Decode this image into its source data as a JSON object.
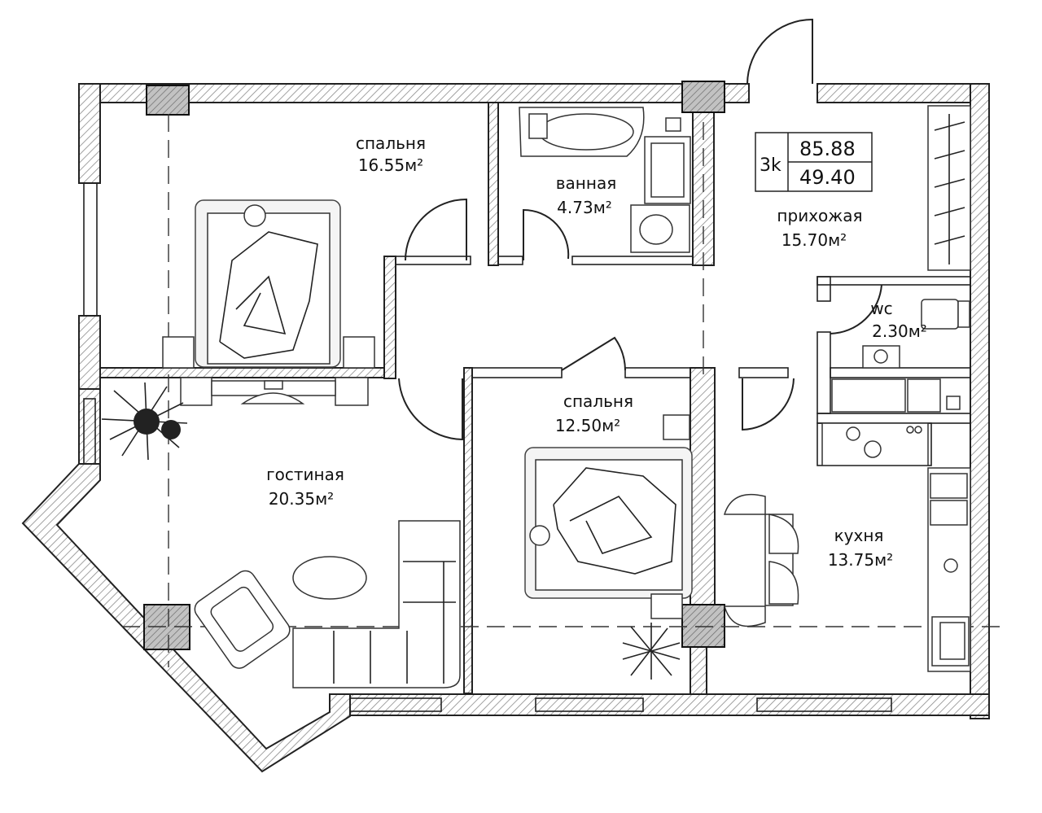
{
  "apartment": {
    "rooms_code": "3k",
    "total_area": "85.88",
    "living_area": "49.40"
  },
  "rooms": {
    "bedroom1": {
      "name": "спальня",
      "area": "16.55м²"
    },
    "bathroom": {
      "name": "ванная",
      "area": "4.73м²"
    },
    "hallway": {
      "name": "прихожая",
      "area": "15.70м²"
    },
    "wc": {
      "name": "wc",
      "area": "2.30м²"
    },
    "bedroom2": {
      "name": "спальня",
      "area": "12.50м²"
    },
    "living": {
      "name": "гостиная",
      "area": "20.35м²"
    },
    "kitchen": {
      "name": "кухня",
      "area": "13.75м²"
    }
  },
  "colors": {
    "wall_hatch": "#9a9a9a",
    "column": "#b8b8b8",
    "line": "#222222"
  }
}
